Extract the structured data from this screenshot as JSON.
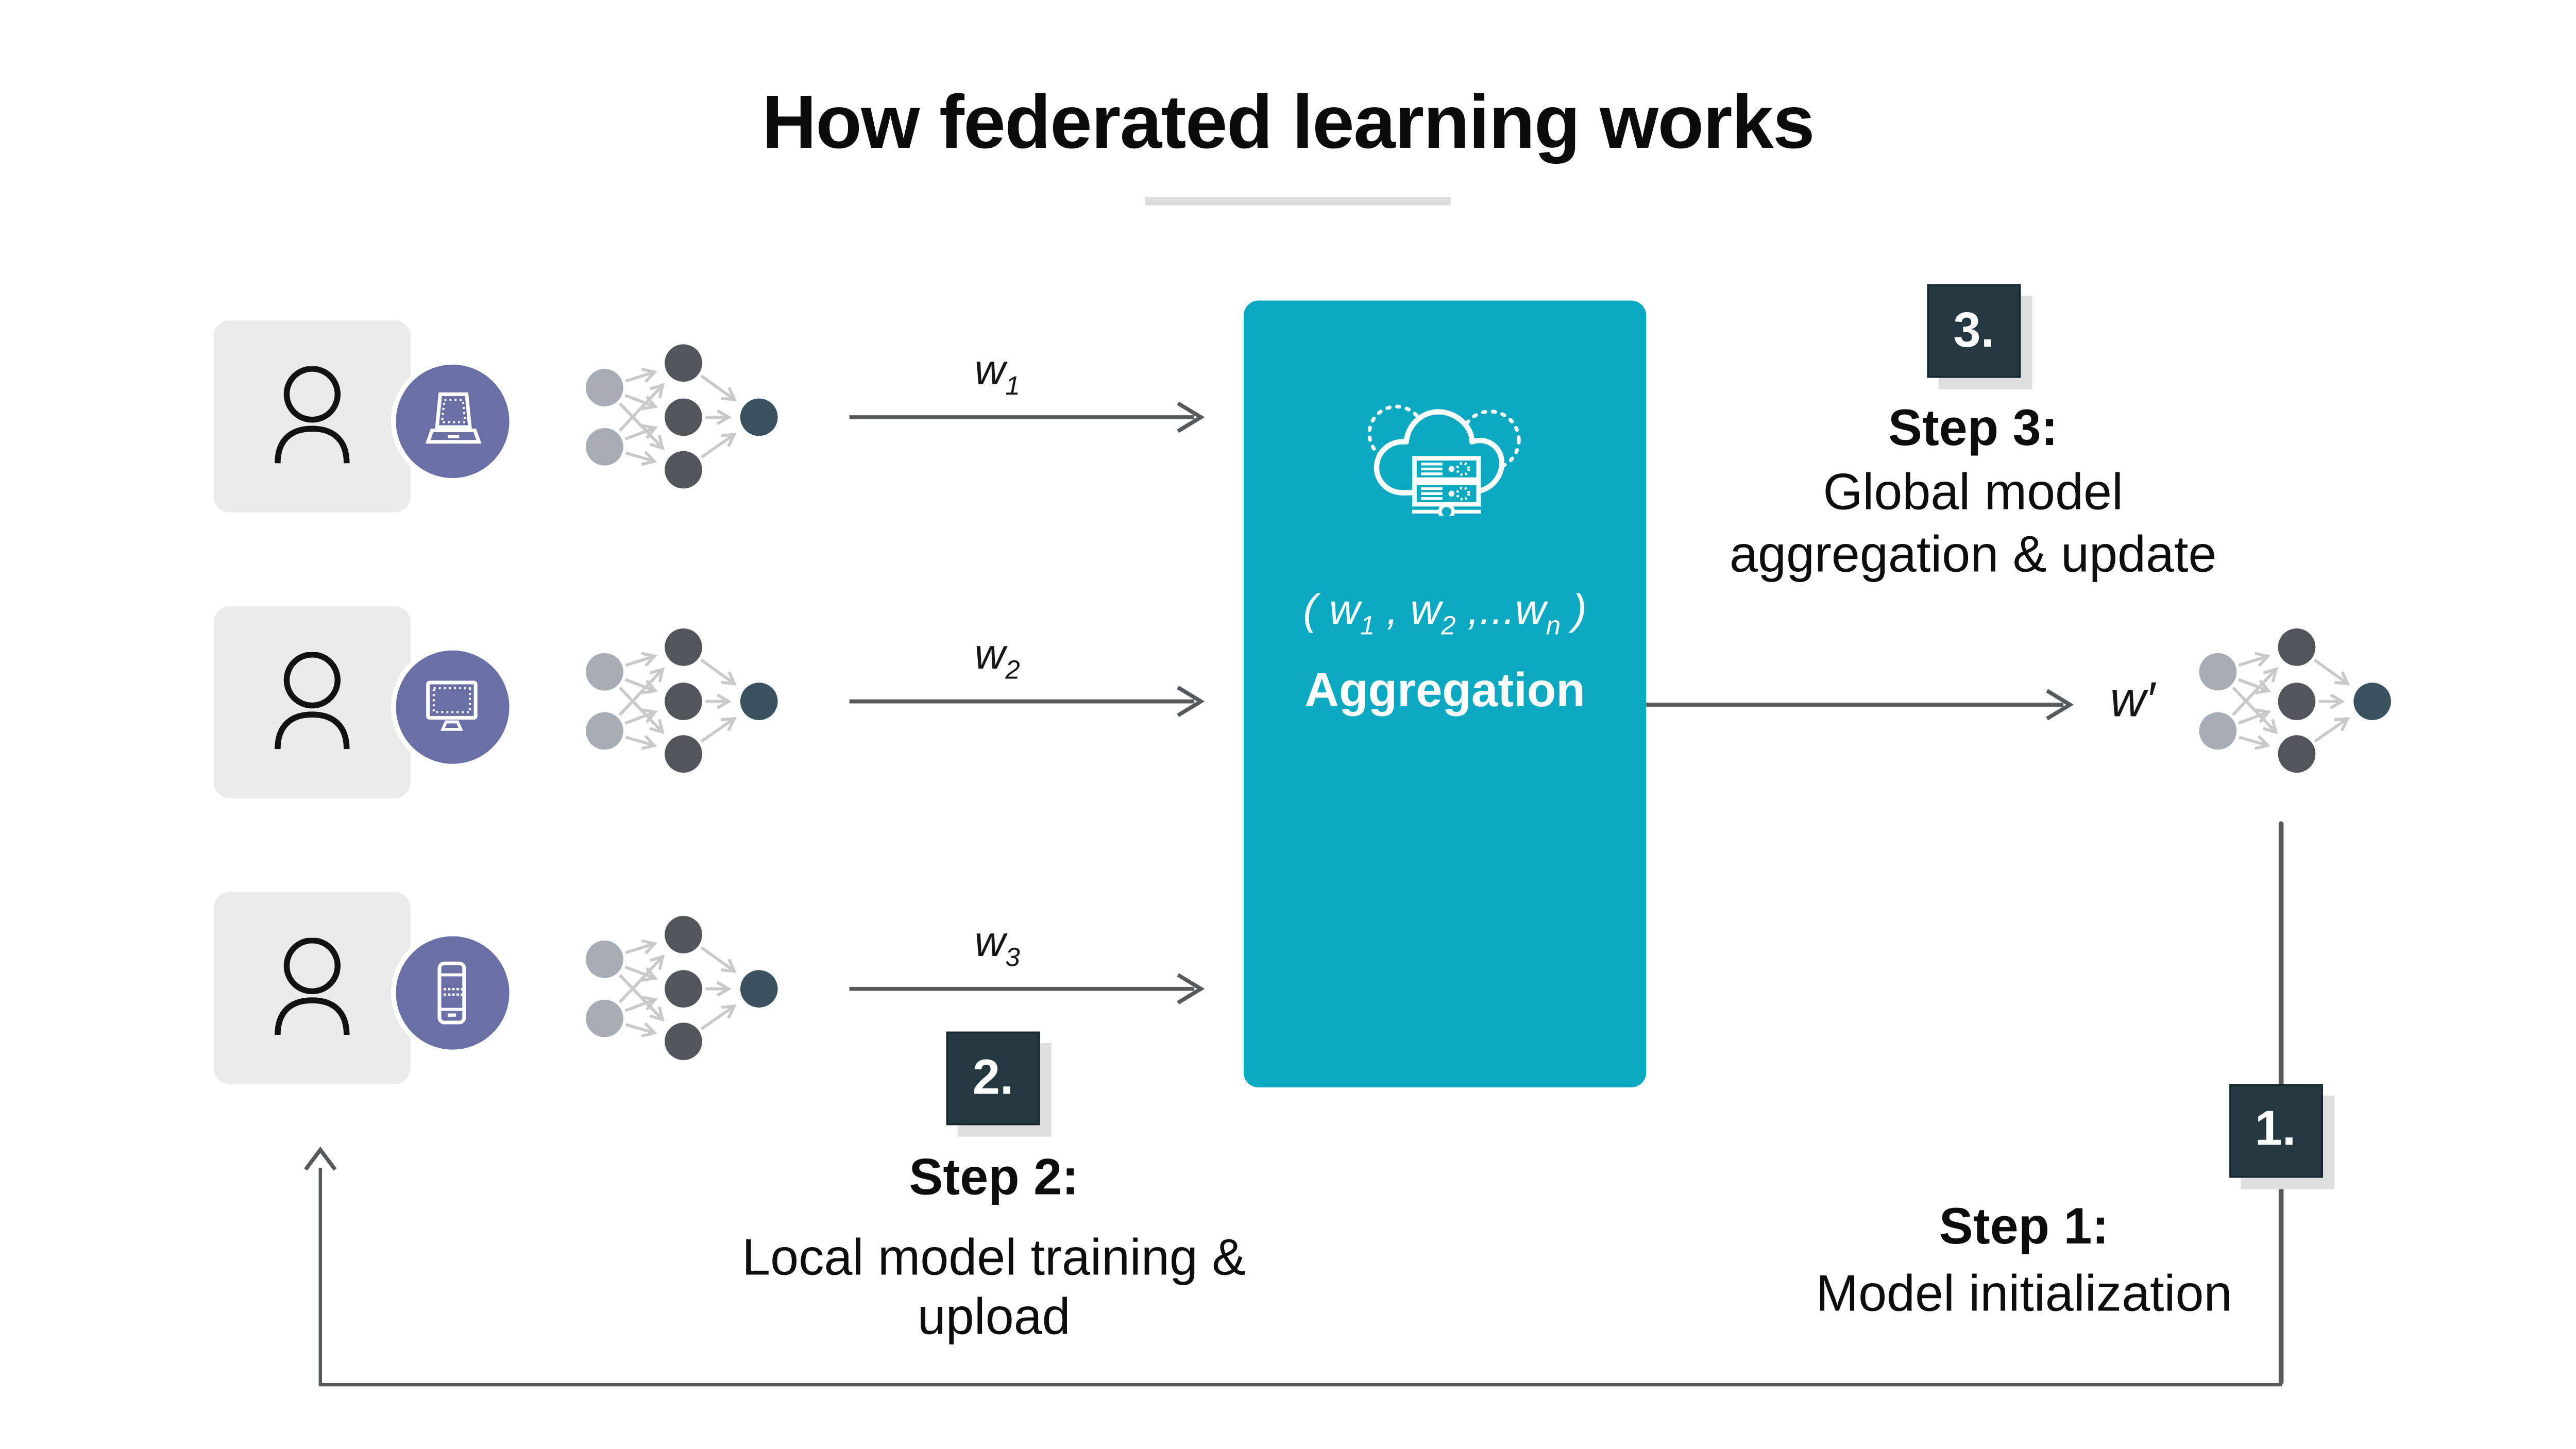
{
  "title": "How federated learning works",
  "clients": [
    {
      "device": "laptop-icon",
      "weight": {
        "base": "w",
        "sub": "1"
      }
    },
    {
      "device": "monitor-icon",
      "weight": {
        "base": "w",
        "sub": "2"
      }
    },
    {
      "device": "smartphone-icon",
      "weight": {
        "base": "w",
        "sub": "3"
      }
    }
  ],
  "weights": [
    {
      "base": "w",
      "sub": "1"
    },
    {
      "base": "w",
      "sub": "2"
    },
    {
      "base": "w",
      "sub": "3"
    }
  ],
  "server": {
    "icon": "cloud-server-icon",
    "formula_segments": [
      {
        "t": "( w"
      },
      {
        "s": "1"
      },
      {
        "t": " , w"
      },
      {
        "s": "2"
      },
      {
        "t": " ,...w"
      },
      {
        "s": "n"
      },
      {
        "t": " )"
      }
    ],
    "label": "Aggregation"
  },
  "global_model": {
    "base": "w",
    "prime": "′"
  },
  "steps": [
    {
      "badge": "1.",
      "title": "Step 1:",
      "lines": [
        "Model initialization"
      ]
    },
    {
      "badge": "2.",
      "title": "Step 2:",
      "lines": [
        "Local model training & upload"
      ]
    },
    {
      "badge": "3.",
      "title": "Step 3:",
      "lines": [
        "Global model",
        "aggregation & update"
      ]
    }
  ],
  "icons": [
    "person-icon",
    "laptop-icon",
    "monitor-icon",
    "smartphone-icon",
    "cloud-server-icon",
    "neural-network-icon",
    "arrow-right-icon",
    "arrow-up-icon"
  ],
  "colors": {
    "teal": "#0ba9c1",
    "badge": "#24383f",
    "purple": "#6a70a6",
    "card": "#ebebeb",
    "node_input": "#a7adb4",
    "node_hidden": "#54555a",
    "node_output": "#3a525f",
    "edge": "#c9c9c9",
    "arrow": "#58595b",
    "shadow": "#dedede",
    "underline": "#dcdcdc",
    "text": "#111111"
  }
}
